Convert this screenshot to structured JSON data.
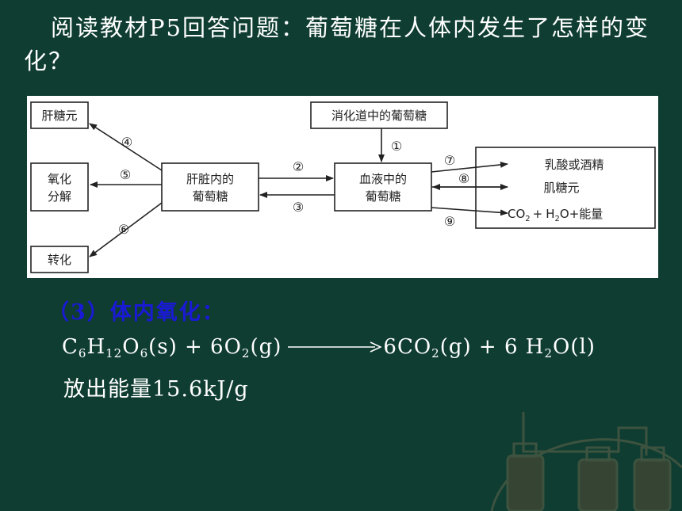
{
  "question": "阅读教材P5回答问题：葡萄糖在人体内发生了怎样的变化？",
  "diagram": {
    "nodes": {
      "liver_glycogen": "肝糖元",
      "oxidation_line1": "氧化",
      "oxidation_line2": "分解",
      "conversion": "转化",
      "liver_glucose_line1": "肝脏内的",
      "liver_glucose_line2": "葡萄糖",
      "digestive_glucose": "消化道中的葡萄糖",
      "blood_glucose_line1": "血液中的",
      "blood_glucose_line2": "葡萄糖",
      "lactic_alcohol": "乳酸或酒精",
      "muscle_glycogen": "肌糖元"
    },
    "products": {
      "co2": "CO",
      "co2_sub": "2",
      "plus1": "+",
      "h": "H",
      "h_sub": "2",
      "o": "O",
      "energy": "+能量"
    },
    "step_labels": [
      "④",
      "⑤",
      "⑥",
      "②",
      "③",
      "①",
      "⑦",
      "⑧",
      "⑨"
    ]
  },
  "section_title": "（3）体内氧化：",
  "equation": {
    "p1": "C",
    "s1": "6",
    "p2": "H",
    "s2": "12",
    "p3": "O",
    "s3": "6",
    "p4": "(s) + 6O",
    "s4": "2",
    "p5": "(g)",
    "p6": "6CO",
    "s6": "2",
    "p7": "(g) + 6 H",
    "s7": "2",
    "p8": "O(l)"
  },
  "energy_text": "放出能量15.6kJ/g",
  "colors": {
    "background": "#0f3d32",
    "section_title": "#1a1ad6",
    "text": "#ffffff",
    "diagram_ink": "#222222"
  }
}
